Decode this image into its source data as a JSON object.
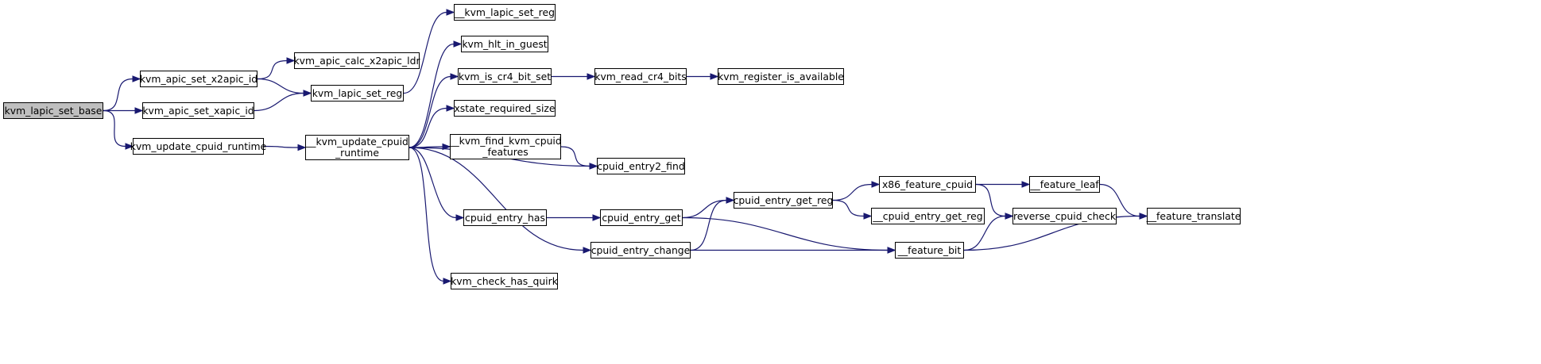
{
  "graph": {
    "edge_color": "#191970",
    "root_fill": "#bfbfbf",
    "nodes": {
      "kvm_lapic_set_base": "kvm_lapic_set_base",
      "kvm_apic_set_x2apic_id": "kvm_apic_set_x2apic_id",
      "kvm_apic_set_xapic_id": "kvm_apic_set_xapic_id",
      "kvm_update_cpuid_runtime": "kvm_update_cpuid_runtime",
      "kvm_apic_calc_x2apic_ldr": "kvm_apic_calc_x2apic_ldr",
      "kvm_lapic_set_reg": "kvm_lapic_set_reg",
      "__kvm_update_cpuid_runtime": "__kvm_update_cpuid\n_runtime",
      "__kvm_lapic_set_reg": "__kvm_lapic_set_reg",
      "kvm_hlt_in_guest": "kvm_hlt_in_guest",
      "kvm_is_cr4_bit_set": "kvm_is_cr4_bit_set",
      "xstate_required_size": "xstate_required_size",
      "__kvm_find_kvm_cpuid_features": "__kvm_find_kvm_cpuid\n_features",
      "cpuid_entry_has": "cpuid_entry_has",
      "cpuid_entry_change": "cpuid_entry_change",
      "kvm_check_has_quirk": "kvm_check_has_quirk",
      "kvm_read_cr4_bits": "kvm_read_cr4_bits",
      "kvm_register_is_available": "kvm_register_is_available",
      "cpuid_entry2_find": "cpuid_entry2_find",
      "cpuid_entry_get": "cpuid_entry_get",
      "cpuid_entry_get_reg": "cpuid_entry_get_reg",
      "x86_feature_cpuid": "x86_feature_cpuid",
      "__cpuid_entry_get_reg": "__cpuid_entry_get_reg",
      "__feature_leaf": "__feature_leaf",
      "reverse_cpuid_check": "reverse_cpuid_check",
      "__feature_bit": "__feature_bit",
      "__feature_translate": "__feature_translate"
    },
    "edges": [
      [
        "kvm_lapic_set_base",
        "kvm_apic_set_x2apic_id"
      ],
      [
        "kvm_lapic_set_base",
        "kvm_apic_set_xapic_id"
      ],
      [
        "kvm_lapic_set_base",
        "kvm_update_cpuid_runtime"
      ],
      [
        "kvm_apic_set_x2apic_id",
        "kvm_apic_calc_x2apic_ldr"
      ],
      [
        "kvm_apic_set_x2apic_id",
        "kvm_lapic_set_reg"
      ],
      [
        "kvm_apic_set_xapic_id",
        "kvm_lapic_set_reg"
      ],
      [
        "kvm_lapic_set_reg",
        "__kvm_lapic_set_reg"
      ],
      [
        "kvm_update_cpuid_runtime",
        "__kvm_update_cpuid_runtime"
      ],
      [
        "__kvm_update_cpuid_runtime",
        "kvm_hlt_in_guest"
      ],
      [
        "__kvm_update_cpuid_runtime",
        "kvm_is_cr4_bit_set"
      ],
      [
        "__kvm_update_cpuid_runtime",
        "xstate_required_size"
      ],
      [
        "__kvm_update_cpuid_runtime",
        "__kvm_find_kvm_cpuid_features"
      ],
      [
        "__kvm_update_cpuid_runtime",
        "cpuid_entry2_find"
      ],
      [
        "__kvm_update_cpuid_runtime",
        "cpuid_entry_has"
      ],
      [
        "__kvm_update_cpuid_runtime",
        "cpuid_entry_change"
      ],
      [
        "__kvm_update_cpuid_runtime",
        "kvm_check_has_quirk"
      ],
      [
        "kvm_is_cr4_bit_set",
        "kvm_read_cr4_bits"
      ],
      [
        "kvm_read_cr4_bits",
        "kvm_register_is_available"
      ],
      [
        "__kvm_find_kvm_cpuid_features",
        "cpuid_entry2_find"
      ],
      [
        "cpuid_entry_has",
        "cpuid_entry_get"
      ],
      [
        "cpuid_entry_get",
        "cpuid_entry_get_reg"
      ],
      [
        "cpuid_entry_get",
        "__feature_bit"
      ],
      [
        "cpuid_entry_change",
        "cpuid_entry_get_reg"
      ],
      [
        "cpuid_entry_change",
        "__feature_bit"
      ],
      [
        "cpuid_entry_get_reg",
        "x86_feature_cpuid"
      ],
      [
        "cpuid_entry_get_reg",
        "__cpuid_entry_get_reg"
      ],
      [
        "x86_feature_cpuid",
        "__feature_leaf"
      ],
      [
        "x86_feature_cpuid",
        "reverse_cpuid_check"
      ],
      [
        "__feature_leaf",
        "__feature_translate"
      ],
      [
        "__feature_bit",
        "reverse_cpuid_check"
      ],
      [
        "__feature_bit",
        "__feature_translate"
      ]
    ]
  }
}
